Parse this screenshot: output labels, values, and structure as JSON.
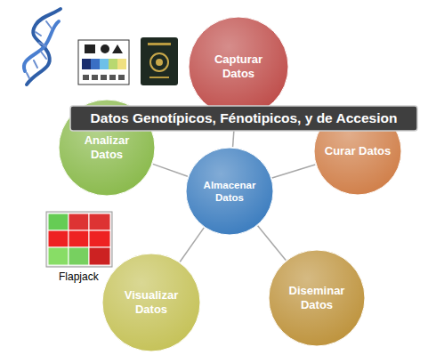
{
  "diagram": {
    "nodes": [
      {
        "text": [
          "Capturar Datos"
        ]
      },
      {
        "text": [
          "Datos Genotípicos, Fénotipicos, y de Accesion"
        ]
      },
      {
        "text": [
          "Analizar Datos"
        ]
      },
      {
        "text": [
          "Curar Datos"
        ]
      },
      {
        "text": [
          "Almacenar Datos"
        ]
      },
      {
        "text": [
          "Visualizar Datos"
        ]
      },
      {
        "text": [
          "Diseminar Datos"
        ]
      }
    ],
    "edges": [
      {
        "from": 4,
        "to": 0,
        "arrow": "none"
      },
      {
        "from": 4,
        "to": 2,
        "arrow": "none"
      },
      {
        "from": 4,
        "to": 3,
        "arrow": "none"
      },
      {
        "from": 4,
        "to": 5,
        "arrow": "none"
      },
      {
        "from": 4,
        "to": 6,
        "arrow": "none"
      }
    ],
    "labels": [
      "Flapjack"
    ]
  }
}
